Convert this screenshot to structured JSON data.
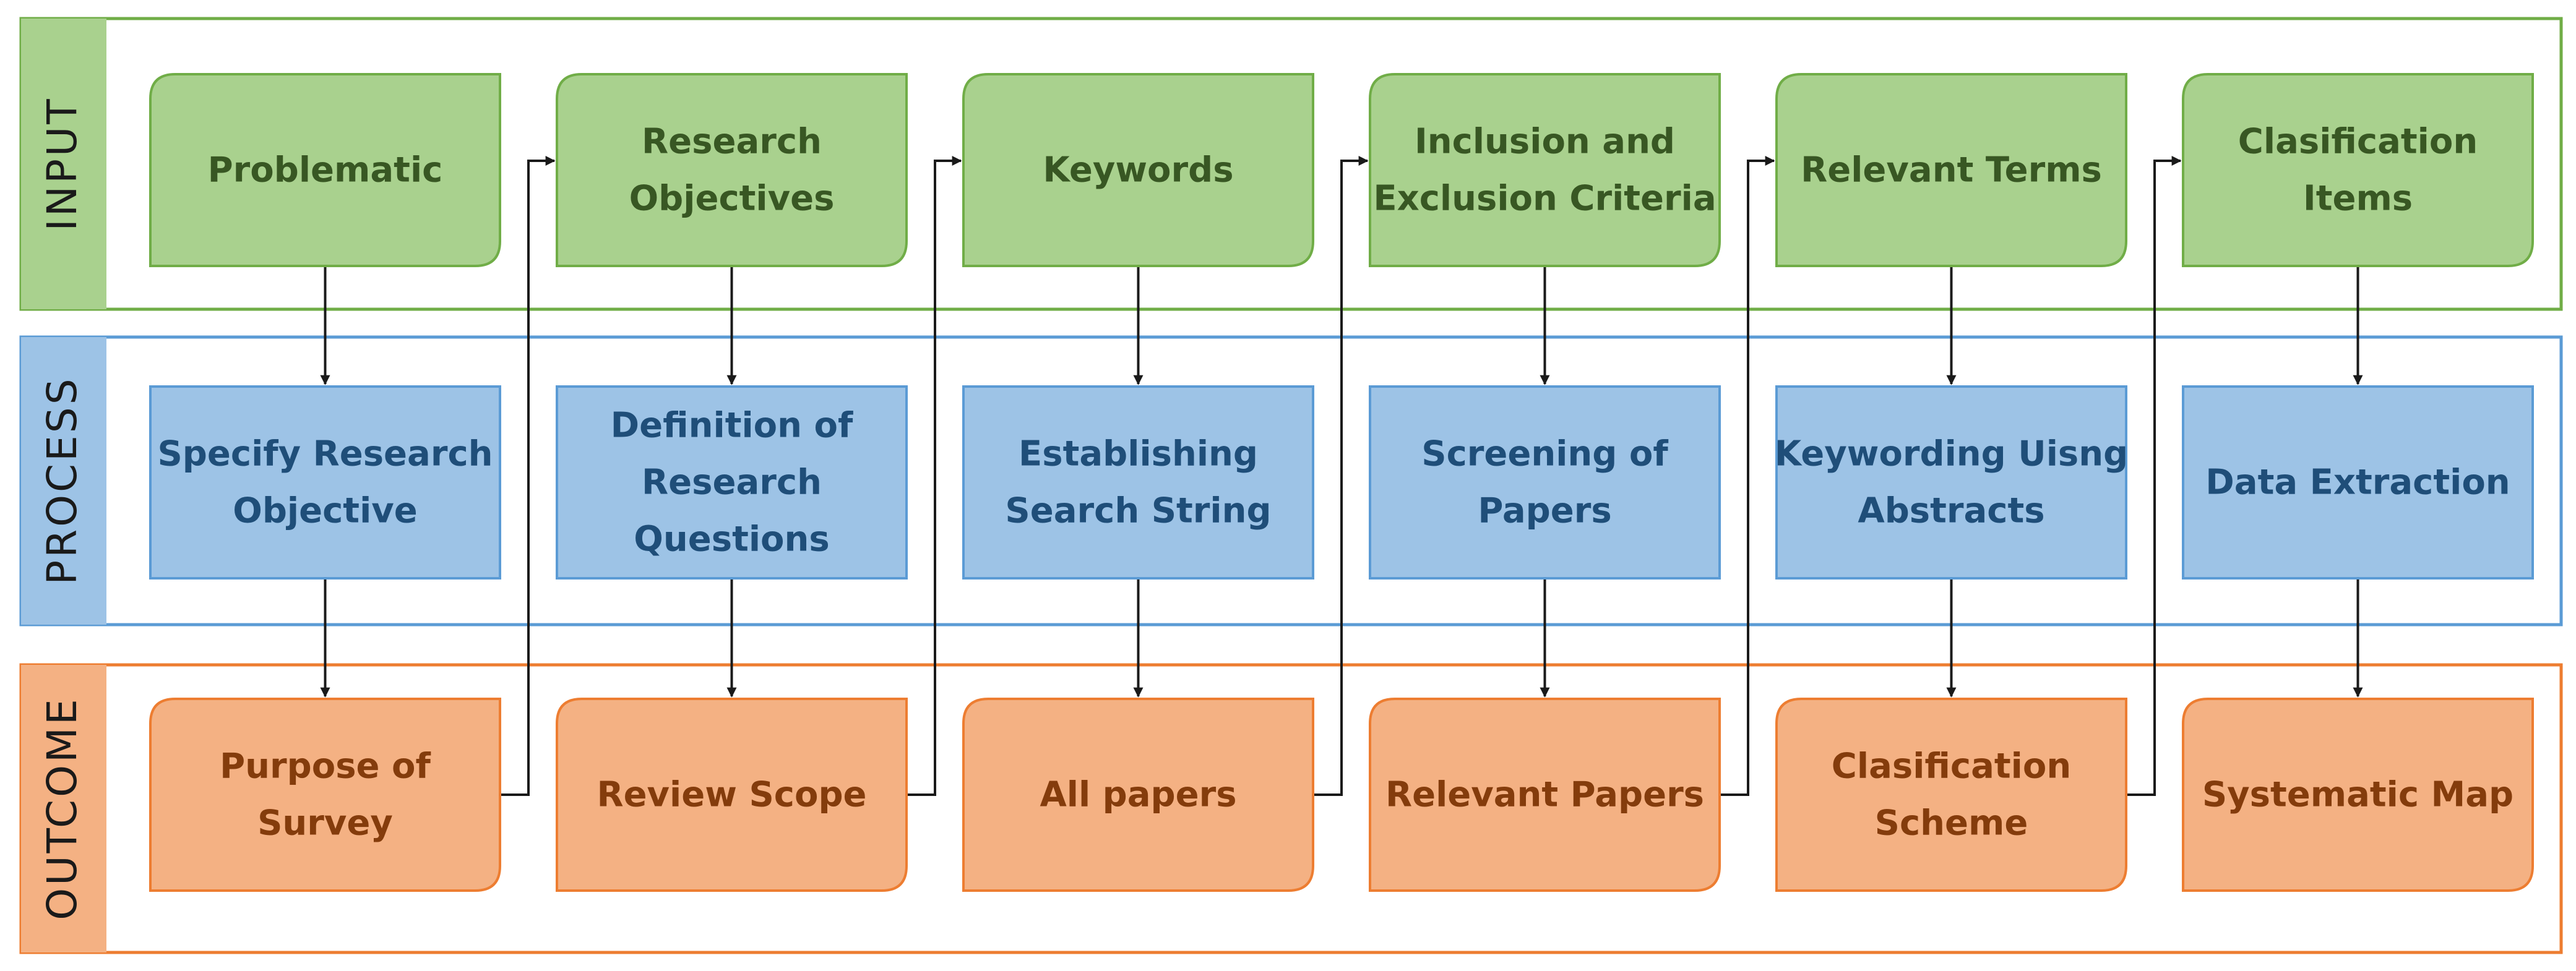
{
  "lanes": {
    "input": "INPUT",
    "process": "PROCESS",
    "outcome": "OUTCOME"
  },
  "input": [
    [
      "Problematic"
    ],
    [
      "Research",
      "Objectives"
    ],
    [
      "Keywords"
    ],
    [
      "Inclusion and",
      "Exclusion Criteria"
    ],
    [
      "Relevant Terms"
    ],
    [
      "Clasification",
      "Items"
    ]
  ],
  "process": [
    [
      "Specify Research",
      "Objective"
    ],
    [
      "Definition of",
      "Research",
      "Questions"
    ],
    [
      "Establishing",
      "Search String"
    ],
    [
      "Screening of",
      "Papers"
    ],
    [
      "Keywording Uisng",
      "Abstracts"
    ],
    [
      "Data Extraction"
    ]
  ],
  "outcome": [
    [
      "Purpose of",
      "Survey"
    ],
    [
      "Review Scope"
    ],
    [
      "All papers"
    ],
    [
      "Relevant Papers"
    ],
    [
      "Clasification",
      "Scheme"
    ],
    [
      "Systematic Map"
    ]
  ],
  "colors": {
    "input_fill": "#a9d18e",
    "input_text": "#385723",
    "input_border": "#70ad47",
    "process_fill": "#9dc3e6",
    "process_text": "#1f4e79",
    "process_border": "#5b9bd5",
    "outcome_fill": "#f4b183",
    "outcome_text": "#843c0c",
    "outcome_border": "#ed7d31",
    "arrow": "#1a1a1a"
  }
}
